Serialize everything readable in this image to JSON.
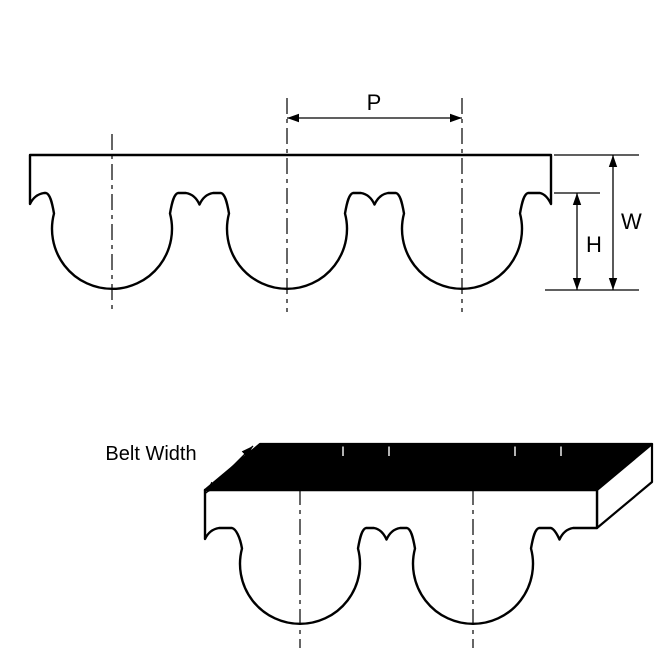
{
  "views": {
    "profile_view": {
      "description": "belt tooth profile cross-section",
      "dimension_labels": {
        "pitch": "P",
        "belt_thickness": "W",
        "tooth_height": "H"
      }
    },
    "isometric_view": {
      "description": "3D belt segment",
      "belt_width_label": "Belt Width"
    }
  },
  "colors": {
    "line": "#000000",
    "belt_fill": "#ffffff",
    "top_face_fill": "#000000",
    "background": "#ffffff"
  }
}
